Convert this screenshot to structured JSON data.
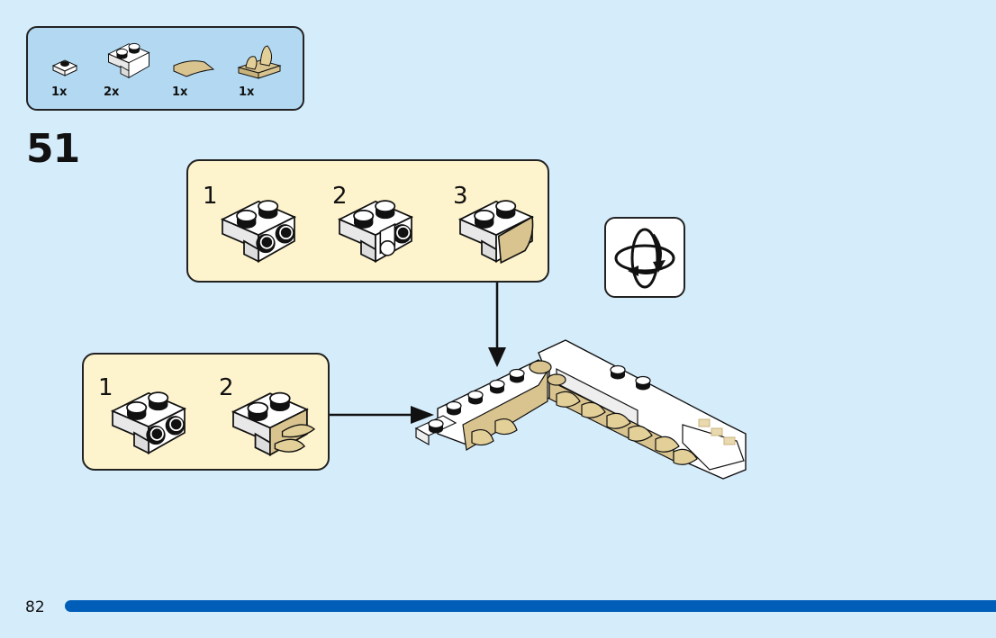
{
  "parts_list": {
    "items": [
      {
        "name": "white-plate-1x1",
        "qty": "1x"
      },
      {
        "name": "white-bracket-1x2-2x2",
        "qty": "2x"
      },
      {
        "name": "tan-curved-slope-2x1",
        "qty": "1x"
      },
      {
        "name": "tan-plate-with-teeth",
        "qty": "1x"
      }
    ]
  },
  "step": {
    "number": "51"
  },
  "sub_assembly_top": {
    "steps": [
      {
        "label": "1"
      },
      {
        "label": "2"
      },
      {
        "label": "3"
      }
    ]
  },
  "sub_assembly_left": {
    "steps": [
      {
        "label": "1"
      },
      {
        "label": "2"
      }
    ]
  },
  "rotate_icon": {
    "name": "rotate-model-icon"
  },
  "footer": {
    "page_number": "82"
  },
  "colors": {
    "background": "#d5ecfa",
    "parts_box": "#b3d9f2",
    "sub_box": "#fdf3cd",
    "bar": "#005eb8",
    "tan": "#d9c48f",
    "white_brick": "#ffffff"
  }
}
